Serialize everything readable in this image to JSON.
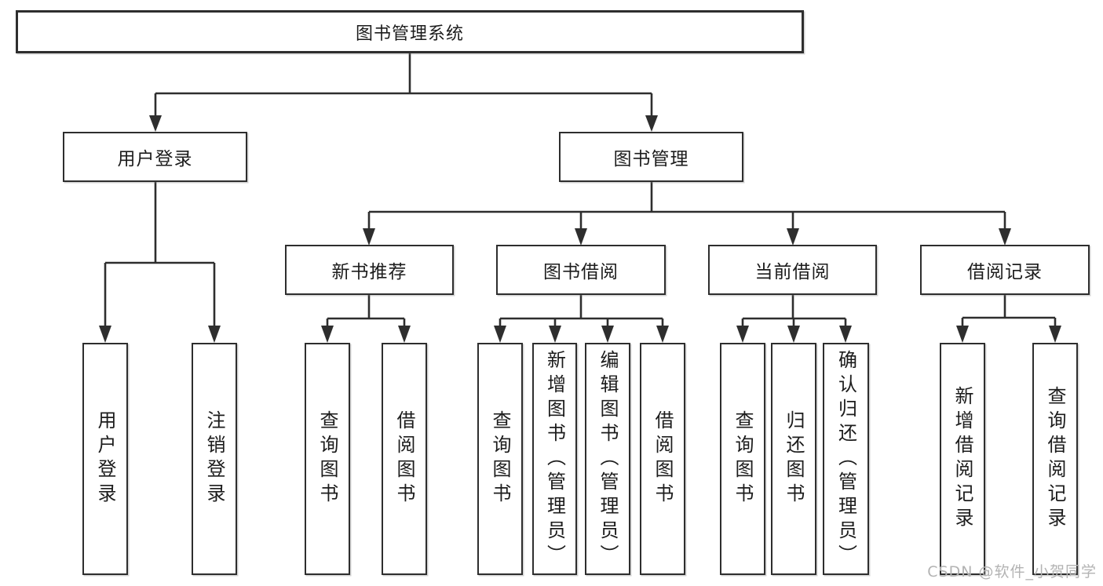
{
  "tree": {
    "label": "图书管理系统",
    "children": [
      {
        "label": "用户登录",
        "children": [
          {
            "label": "用户登录"
          },
          {
            "label": "注销登录"
          }
        ]
      },
      {
        "label": "图书管理",
        "children": [
          {
            "label": "新书推荐",
            "children": [
              {
                "label": "查询图书"
              },
              {
                "label": "借阅图书"
              }
            ]
          },
          {
            "label": "图书借阅",
            "children": [
              {
                "label": "查询图书"
              },
              {
                "label": "新增图书（管理员）"
              },
              {
                "label": "编辑图书（管理员）"
              },
              {
                "label": "借阅图书"
              }
            ]
          },
          {
            "label": "当前借阅",
            "children": [
              {
                "label": "查询图书"
              },
              {
                "label": "归还图书"
              },
              {
                "label": "确认归还（管理员）"
              }
            ]
          },
          {
            "label": "借阅记录",
            "children": [
              {
                "label": "新增借阅记录"
              },
              {
                "label": "查询借阅记录"
              }
            ]
          }
        ]
      }
    ]
  },
  "watermark": {
    "text": "CSDN @软件_小贺同学"
  },
  "colors": {
    "line": "#2e2e2e",
    "text": "#1c1c1c",
    "background": "#ffffff",
    "watermark": "#b3b3b3"
  }
}
